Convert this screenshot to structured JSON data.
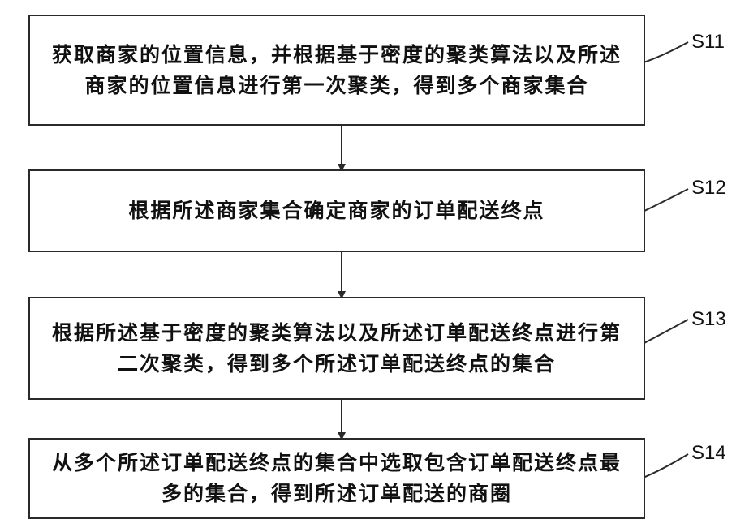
{
  "flowchart": {
    "steps": [
      {
        "id": "S11",
        "label": "S11",
        "text": "获取商家的位置信息，并根据基于密度的聚类算法以及所述商家的位置信息进行第一次聚类，得到多个商家集合"
      },
      {
        "id": "S12",
        "label": "S12",
        "text": "根据所述商家集合确定商家的订单配送终点"
      },
      {
        "id": "S13",
        "label": "S13",
        "text": "根据所述基于密度的聚类算法以及所述订单配送终点进行第二次聚类，得到多个所述订单配送终点的集合"
      },
      {
        "id": "S14",
        "label": "S14",
        "text": "从多个所述订单配送终点的集合中选取包含订单配送终点最多的集合，得到所述订单配送的商圈"
      }
    ]
  }
}
